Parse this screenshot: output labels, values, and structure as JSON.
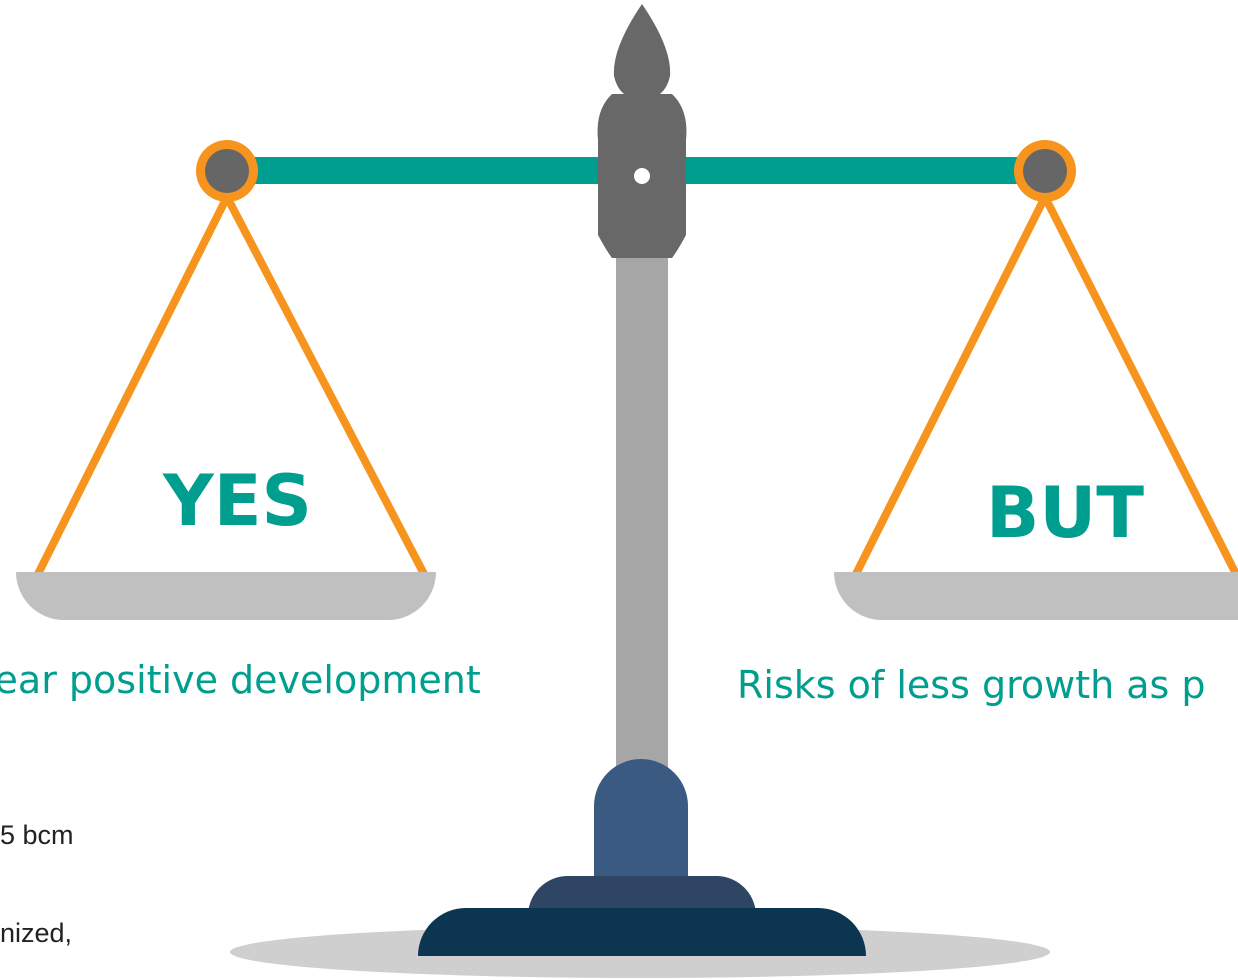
{
  "colors": {
    "beam": "#009e8e",
    "chain": "#f7941d",
    "pivot_fill": "#666666",
    "finial": "#686868",
    "pole": "#a6a6a6",
    "pan": "#c0c0c0",
    "base_upper": "#3b5a82",
    "base_middle": "#2e4663",
    "base_lower": "#0b3550",
    "floor_shadow": "#cfcfcf",
    "accent_text": "#009e8e",
    "body_text": "#222222"
  },
  "left_pan": {
    "word": "YES",
    "caption": "lear positive development"
  },
  "right_pan": {
    "word": "BUT",
    "caption": "Risks of less growth as p"
  },
  "body_lines": [
    "5 bcm",
    "nized,"
  ]
}
